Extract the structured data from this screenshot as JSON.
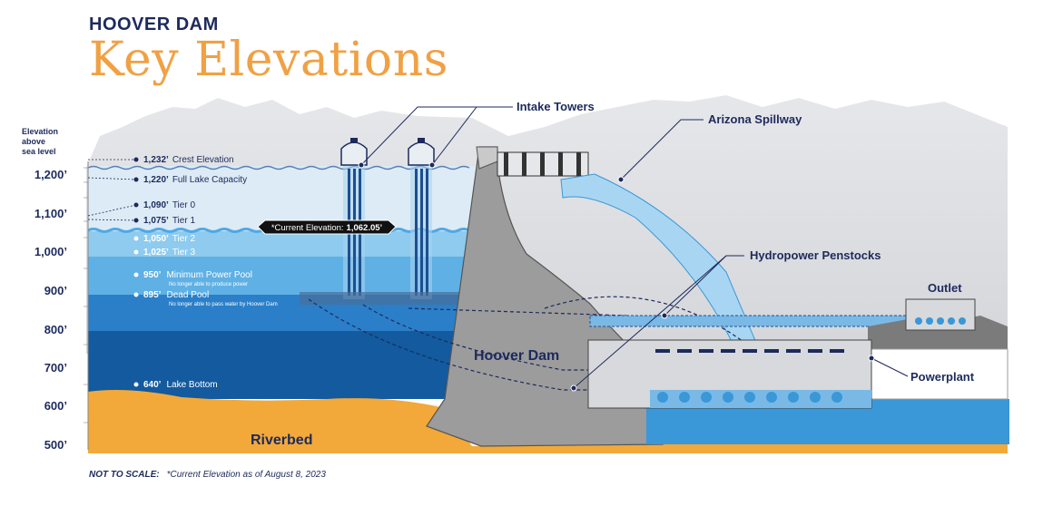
{
  "header": {
    "supertitle": "HOOVER DAM",
    "title": "Key Elevations"
  },
  "axis": {
    "label_line1": "Elevation",
    "label_line2": "above",
    "label_line3": "sea level",
    "ticks": [
      "1,200’",
      "1,100’",
      "1,000’",
      "900’",
      "800’",
      "700’",
      "600’",
      "500’"
    ]
  },
  "levels": [
    {
      "value": "1,232’",
      "name": "Crest Elevation"
    },
    {
      "value": "1,220’",
      "name": "Full Lake Capacity"
    },
    {
      "value": "1,090’",
      "name": "Tier 0"
    },
    {
      "value": "1,075’",
      "name": "Tier 1"
    },
    {
      "value": "1,050’",
      "name": "Tier 2"
    },
    {
      "value": "1,025’",
      "name": "Tier 3"
    },
    {
      "value": "950’",
      "name": "Minimum Power Pool",
      "note": "No longer able to produce power"
    },
    {
      "value": "895’",
      "name": "Dead Pool",
      "note": "No longer able to pass water by Hoover Dam"
    },
    {
      "value": "640’",
      "name": "Lake Bottom"
    }
  ],
  "current": {
    "prefix": "*Current Elevation:",
    "value": "1,062.05’"
  },
  "callouts": {
    "intake_towers": "Intake Towers",
    "arizona_spillway": "Arizona Spillway",
    "hydropower_penstocks": "Hydropower Penstocks",
    "outlet": "Outlet",
    "powerplant": "Powerplant",
    "hoover_dam": "Hoover Dam",
    "riverbed": "Riverbed"
  },
  "footnote": {
    "not_to_scale": "NOT TO SCALE:",
    "note": "*Current Elevation as of August 8, 2023"
  },
  "colors": {
    "navy": "#1d2a5c",
    "orange": "#f0a144",
    "riverbed": "#f2a93a",
    "dam": "#9c9c9c",
    "water_light": "#9ed3f0",
    "water_mid": "#3a97d8",
    "water_deep": "#135a9e"
  }
}
